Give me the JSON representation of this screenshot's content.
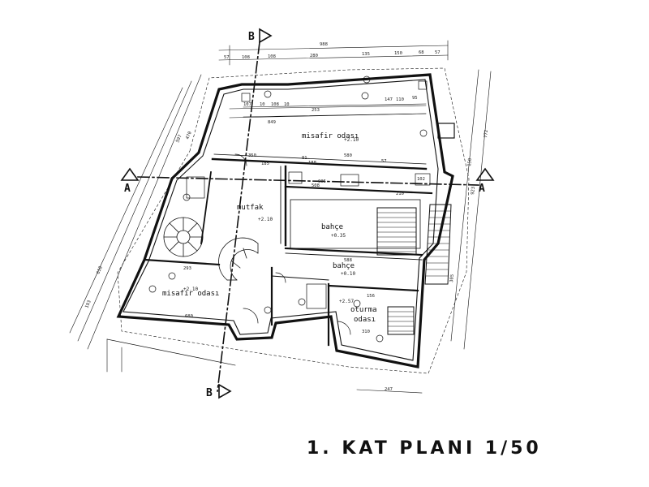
{
  "title": "1. KAT PLANI 1/50",
  "rooms": {
    "misafir_top": "misafir odası",
    "misafir_left": "misafir odası",
    "mutfak": "mutfak",
    "bahce_main": "bahçe",
    "bahce_lower": "bahçe",
    "oturma_1": "oturma",
    "oturma_2": "odası"
  },
  "levels": {
    "misafir_top": "+2.10",
    "misafir_left": "+2.10",
    "bahce_main": "+0.35",
    "bahce_lower": "+0.10",
    "oturma": "+2.57",
    "kitchen": "+2.10"
  },
  "section_marks": {
    "b_top": "B",
    "b_bottom": "B",
    "a_left": "A",
    "a_right": "A"
  },
  "dims": {
    "top_total": "988",
    "top_segs": [
      "57",
      "108",
      "108",
      "280",
      "135",
      "150",
      "68",
      "57"
    ],
    "row2": [
      "107",
      "10",
      "108",
      "10",
      "147",
      "110",
      "95"
    ],
    "row3": [
      "253",
      "849"
    ],
    "d350": "350",
    "d580": "580",
    "d185": "185",
    "d188": "188",
    "d605": "605",
    "d210": "210",
    "d508": "508",
    "d588": "588",
    "d293": "293",
    "d680": "680",
    "d156": "156",
    "d310": "310",
    "d247": "247",
    "d81": "81",
    "d57": "57",
    "d102": "102",
    "left_a": "470",
    "left_b": "597",
    "left_c": "618",
    "left_d": "193",
    "right_a": "923",
    "right_b": "772",
    "right_c": "150",
    "right_d": "305"
  }
}
